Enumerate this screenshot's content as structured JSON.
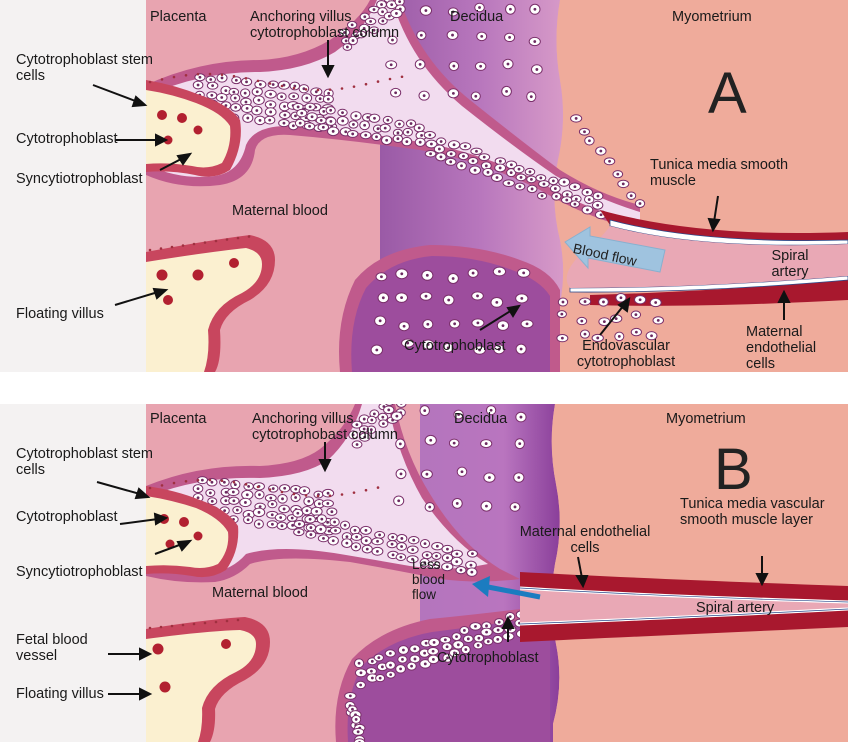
{
  "panel_a": {
    "letter": "A",
    "labels": {
      "placenta": "Placenta",
      "anchoring_villus": "Anchoring villus cytotrophoblast column",
      "decidua": "Decidua",
      "myometrium": "Myometrium",
      "cytotrophoblast_stem_cells": "Cytotrophoblast stem cells",
      "cytotrophoblast": "Cytotrophoblast",
      "syncytiotrophoblast": "Syncytiotrophoblast",
      "maternal_blood": "Maternal blood",
      "tunica_media": "Tunica media smooth muscle",
      "blood_flow": "Blood flow",
      "spiral_artery": "Spiral artery",
      "floating_villus": "Floating villus",
      "cytotrophoblast_lower": "Cytotrophoblast",
      "endovascular": "Endovascular cytotrophoblast",
      "maternal_endothelial": "Maternal endothelial cells"
    }
  },
  "panel_b": {
    "letter": "B",
    "labels": {
      "placenta": "Placenta",
      "anchoring_villus": "Anchoring villus cytotrophobast column",
      "decidua": "Decidua",
      "myometrium": "Myometrium",
      "cytotrophoblast_stem_cells": "Cytotrophoblast stem cells",
      "cytotrophoblast": "Cytotrophoblast",
      "syncytiotrophoblast": "Syncytiotrophoblast",
      "maternal_blood": "Maternal blood",
      "tunica_media": "Tunica media vascular smooth muscle layer",
      "maternal_endothelial": "Maternal endothelial cells",
      "less_blood_flow": "Less blood flow",
      "spiral_artery": "Spiral artery",
      "fetal_blood_vessel": "Fetal blood vessel",
      "floating_villus": "Floating villus",
      "cytotrophoblast_lower": "Cytotrophoblast"
    }
  },
  "colors": {
    "maternal_blood": "#e8a0ad",
    "decidua": "#b06bb5",
    "myometrium": "#eea898",
    "villus_border": "#c8465e",
    "villus_core": "#fbf3d8",
    "artery_wall": "#a8182e",
    "arrow_blue_a": "#9fc3df",
    "arrow_blue_b": "#1b7cc0"
  }
}
